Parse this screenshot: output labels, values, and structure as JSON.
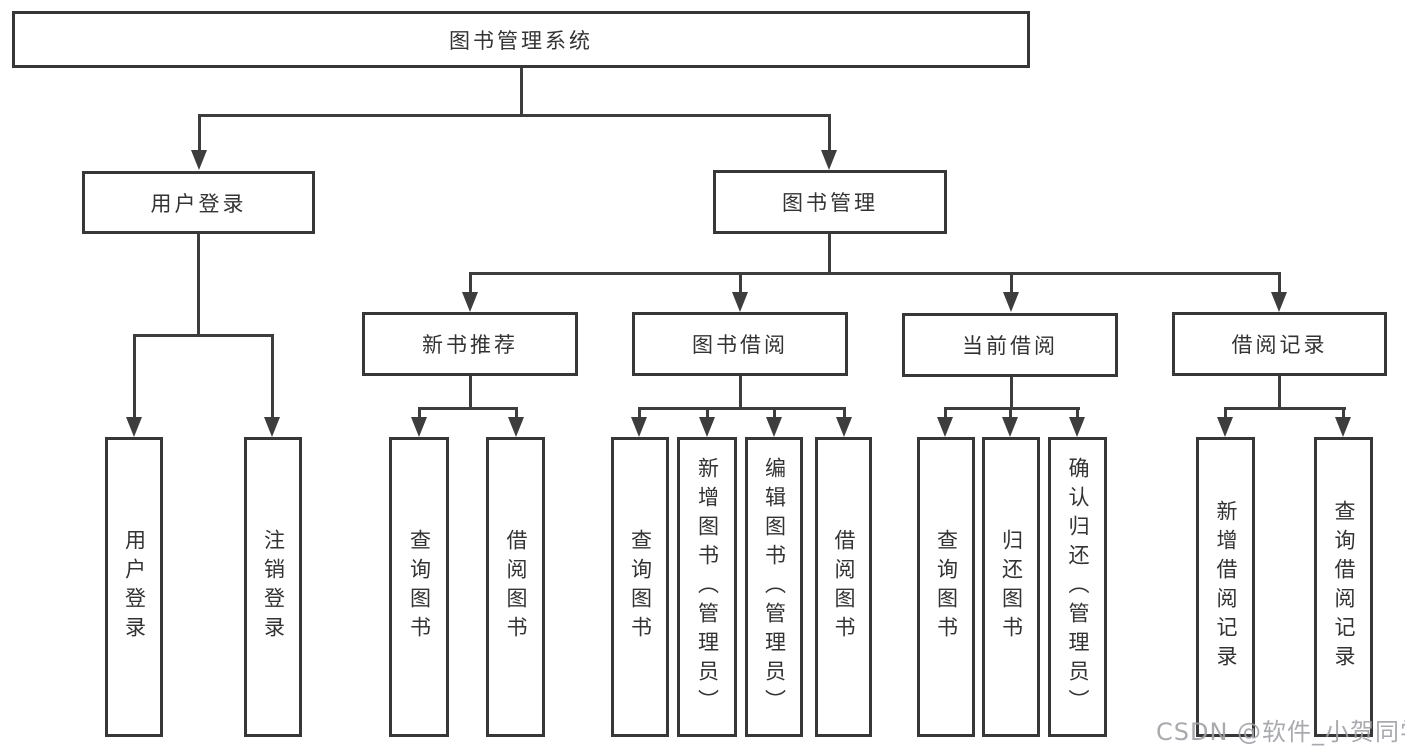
{
  "diagram": {
    "root": {
      "label": "图书管理系统"
    },
    "level2": [
      {
        "label": "用户登录",
        "children": [
          {
            "label": "用户登录"
          },
          {
            "label": "注销登录"
          }
        ]
      },
      {
        "label": "图书管理",
        "children": [
          {
            "label": "新书推荐",
            "children": [
              {
                "label": "查询图书"
              },
              {
                "label": "借阅图书"
              }
            ]
          },
          {
            "label": "图书借阅",
            "children": [
              {
                "label": "查询图书"
              },
              {
                "label": "新增图书（管理员）"
              },
              {
                "label": "编辑图书（管理员）"
              },
              {
                "label": "借阅图书"
              }
            ]
          },
          {
            "label": "当前借阅",
            "children": [
              {
                "label": "查询图书"
              },
              {
                "label": "归还图书"
              },
              {
                "label": "确认归还（管理员）"
              }
            ]
          },
          {
            "label": "借阅记录",
            "children": [
              {
                "label": "新增借阅记录"
              },
              {
                "label": "查询借阅记录"
              }
            ]
          }
        ]
      }
    ]
  },
  "watermark": {
    "text": "CSDN @软件_小贺同学",
    "color": "#9ea1a6"
  },
  "colors": {
    "line": "#3d3d3d",
    "box_border": "#373737",
    "text": "#333333",
    "background": "#ffffff"
  }
}
